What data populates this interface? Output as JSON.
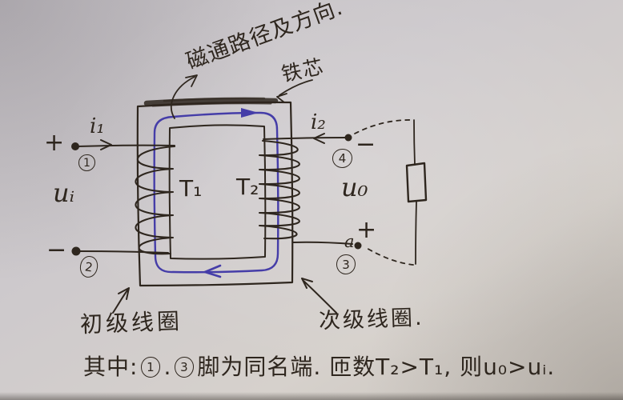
{
  "colors": {
    "ink": "#2e261e",
    "flux_blue": "#453da8",
    "paper": "#cfcbce"
  },
  "annotations": {
    "flux_path_label": "磁通路径及方向.",
    "iron_core_label": "铁芯",
    "primary_coil_label": "初级线圈",
    "secondary_coil_label": "次级线圈."
  },
  "circuit": {
    "current_primary": "i₁",
    "current_secondary": "i₂",
    "voltage_input": "uᵢ",
    "voltage_output": "u₀",
    "winding_primary": "T₁",
    "winding_secondary": "T₂",
    "plus_input": "+",
    "minus_input": "−",
    "minus_output": "−",
    "plus_output": "+",
    "terminal_a": "a",
    "terminals": {
      "t1": "1",
      "t2": "2",
      "t3": "3",
      "t4": "4"
    }
  },
  "note": {
    "prefix": "其中:",
    "pin_a": "1",
    "separator": ".",
    "pin_b": "3",
    "suffix": "脚为同名端. 匝数T₂>T₁, 则u₀>uᵢ."
  }
}
